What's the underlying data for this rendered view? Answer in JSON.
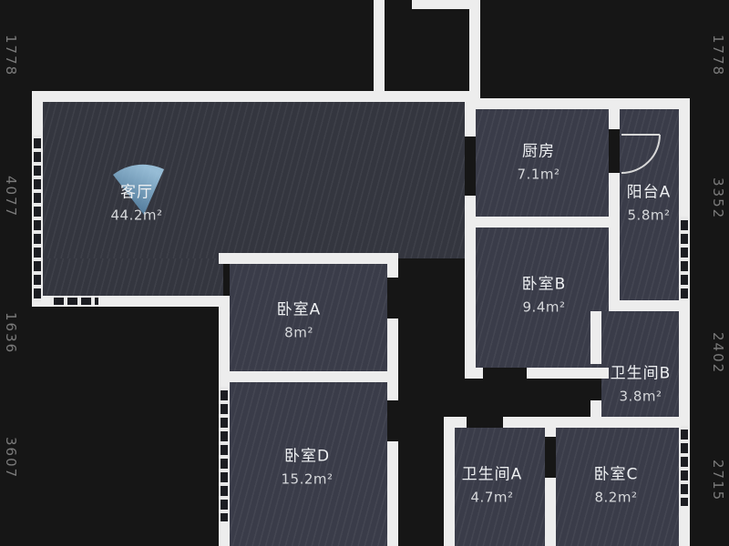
{
  "floorplan": {
    "rooms": {
      "living": {
        "name": "客厅",
        "area": "44.2m²"
      },
      "kitchen": {
        "name": "厨房",
        "area": "7.1m²"
      },
      "balcony_a": {
        "name": "阳台A",
        "area": "5.8m²"
      },
      "bedroom_a": {
        "name": "卧室A",
        "area": "8m²"
      },
      "bedroom_b": {
        "name": "卧室B",
        "area": "9.4m²"
      },
      "bedroom_c": {
        "name": "卧室C",
        "area": "8.2m²"
      },
      "bedroom_d": {
        "name": "卧室D",
        "area": "15.2m²"
      },
      "bathroom_a": {
        "name": "卫生间A",
        "area": "4.7m²"
      },
      "bathroom_b": {
        "name": "卫生间B",
        "area": "3.8m²"
      }
    },
    "dimensions_mm": {
      "left": [
        "1778",
        "4077",
        "1636",
        "3607"
      ],
      "right": [
        "1778",
        "3352",
        "2402",
        "2715"
      ]
    },
    "colors": {
      "background": "#161616",
      "wall": "#ededed",
      "floor": "#3a3c49",
      "room_text": "#eef0f2",
      "dimension_text": "#7a7a7a",
      "entry_fan": "#7fb6dc"
    }
  }
}
